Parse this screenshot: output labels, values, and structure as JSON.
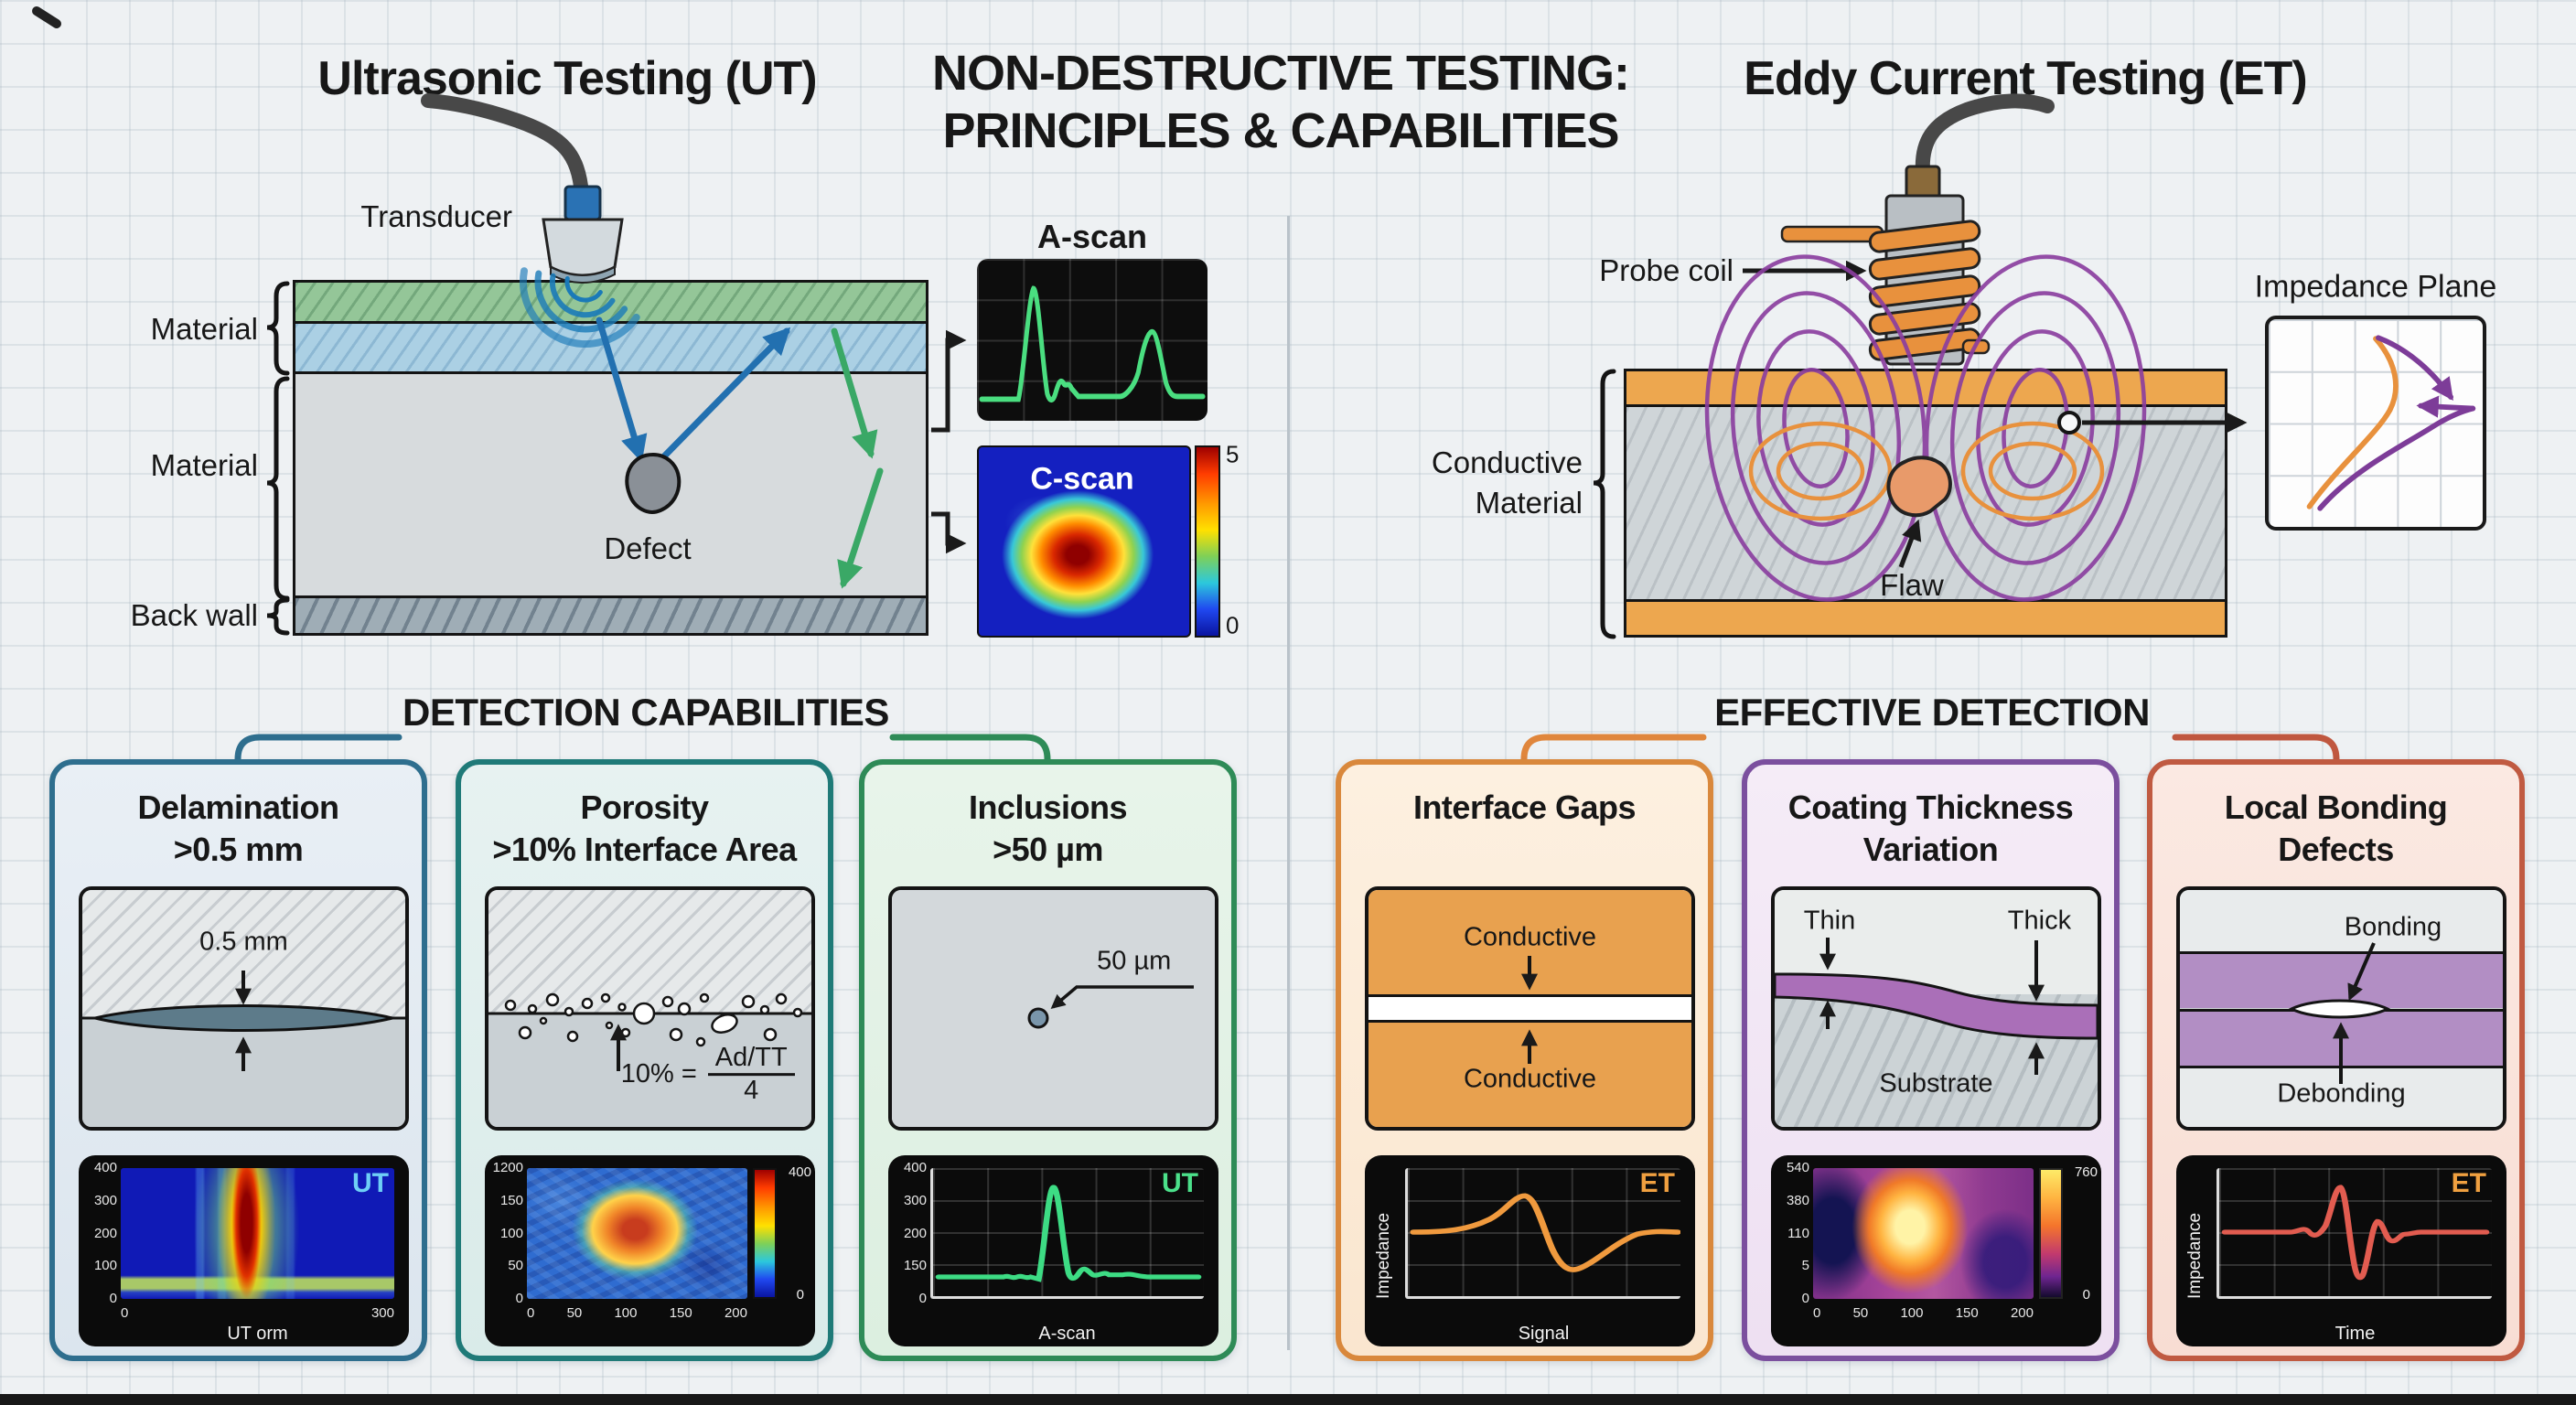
{
  "header": {
    "title_line1": "NON-DESTRUCTIVE TESTING:",
    "title_line2": "PRINCIPLES & CAPABILITIES"
  },
  "ut": {
    "title": "Ultrasonic Testing (UT)",
    "transducer": "Transducer",
    "material_top": "Material",
    "material_main": "Material",
    "back_wall": "Back wall",
    "defect": "Defect",
    "ascan_title": "A-scan",
    "cscan_title": "C-scan",
    "cscan_colorbar_max": "5",
    "cscan_colorbar_min": "0",
    "section_header": "DETECTION CAPABILITIES"
  },
  "et": {
    "title": "Eddy Current Testing (ET)",
    "probe_coil": "Probe coil",
    "conductive_line1": "Conductive",
    "conductive_line2": "Material",
    "flaw": "Flaw",
    "impedance_plane": "Impedance Plane",
    "section_header": "EFFECTIVE DETECTION"
  },
  "colors": {
    "ut_accent": "#2270b0",
    "ut_wave": "#1a7ab8",
    "ut_echo_green": "#3aa866",
    "ascan_trace": "#3ddc84",
    "et_accent": "#e8913d",
    "et_field_purple": "#8b3fa0",
    "et_trace": "#f09a3e",
    "bond_trace": "#e25c50",
    "card_borders": [
      "#2e6e8e",
      "#1f7a78",
      "#2e8b57",
      "#d9883c",
      "#7b4f9e",
      "#c05a41"
    ]
  },
  "cards": [
    {
      "title_line1": "Delamination",
      "title_line2": ">0.5 mm",
      "annotation": "0.5 mm",
      "plot": {
        "badge": "UT",
        "yticks": [
          "400",
          "300",
          "200",
          "100",
          "0"
        ],
        "xtick_min": "0",
        "xtick_max": "300",
        "xlabel": "UT orm"
      }
    },
    {
      "title_line1": "Porosity",
      "title_line2": ">10% Interface Area",
      "formula_lhs": "10% =",
      "formula_num": "Ad/TT",
      "formula_den": "4",
      "plot": {
        "yticks": [
          "1200",
          "150",
          "100",
          "50",
          "0"
        ],
        "xticks": [
          "0",
          "50",
          "100",
          "150",
          "200"
        ],
        "colorbar_max": "400",
        "colorbar_min": "0"
      }
    },
    {
      "title_line1": "Inclusions",
      "title_line2": ">50 µm",
      "annotation": "50 µm",
      "plot": {
        "badge": "UT",
        "yticks": [
          "400",
          "300",
          "200",
          "150",
          "0"
        ],
        "xlabel": "A-scan"
      }
    },
    {
      "title_line1": "Interface Gaps",
      "title_line2": "",
      "layer_top": "Conductive",
      "layer_bottom": "Conductive",
      "plot": {
        "badge": "ET",
        "ylabel": "Impedance",
        "xlabel": "Signal"
      }
    },
    {
      "title_line1": "Coating Thickness",
      "title_line2": "Variation",
      "thin": "Thin",
      "thick": "Thick",
      "substrate": "Substrate",
      "plot": {
        "yticks": [
          "540",
          "380",
          "110",
          "5",
          "0"
        ],
        "xticks": [
          "0",
          "50",
          "100",
          "150",
          "200"
        ],
        "colorbar_max": "760",
        "colorbar_min": "0"
      }
    },
    {
      "title_line1": "Local Bonding",
      "title_line2": "Defects",
      "bonding": "Bonding",
      "debonding": "Debonding",
      "plot": {
        "badge": "ET",
        "ylabel": "Impedance",
        "xlabel": "Time"
      }
    }
  ],
  "chart_data": [
    {
      "name": "ut-ascan-main",
      "type": "line",
      "title": "A-scan",
      "series": [
        {
          "name": "echo amplitude",
          "x_norm": [
            0,
            0.2,
            0.25,
            0.3,
            0.36,
            0.42,
            0.6,
            0.72,
            0.76,
            0.82,
            1.0
          ],
          "y_norm": [
            0.05,
            0.05,
            0.95,
            0.1,
            0.12,
            0.05,
            0.05,
            0.2,
            0.55,
            0.05,
            0.05
          ]
        }
      ],
      "notes": "large front echo, small defect echoes, back-wall echo; grid on; no tick labels"
    },
    {
      "name": "ut-cscan",
      "type": "heatmap",
      "title": "C-scan",
      "colorbar_range": [
        0,
        5
      ],
      "notes": "blue field with red/yellow defect blob near center"
    },
    {
      "name": "delamination-bscan",
      "type": "heatmap",
      "yticks": [
        400,
        300,
        200,
        100,
        0
      ],
      "xticks": [
        0,
        300
      ],
      "xlabel": "UT orm",
      "notes": "blue B-scan with vertical red/yellow indication near 45% width; UT badge"
    },
    {
      "name": "porosity-cscan",
      "type": "heatmap",
      "yticks": [
        1200,
        150,
        100,
        50,
        0
      ],
      "xticks": [
        0,
        50,
        100,
        150,
        200
      ],
      "colorbar_range": [
        0,
        400
      ],
      "notes": "noisy blue field with central orange porosity cluster"
    },
    {
      "name": "inclusions-ascan",
      "type": "line",
      "yticks": [
        400,
        300,
        200,
        150,
        0
      ],
      "xlabel": "A-scan",
      "series": [
        {
          "name": "amplitude",
          "x_norm": [
            0,
            0.4,
            0.45,
            0.5,
            0.55,
            1.0
          ],
          "y_norm": [
            0.05,
            0.05,
            0.92,
            0.1,
            0.08,
            0.05
          ]
        }
      ],
      "notes": "single sharp peak; UT badge"
    },
    {
      "name": "interface-gaps-signal",
      "type": "line",
      "ylabel": "Impedance",
      "xlabel": "Signal",
      "series": [
        {
          "name": "impedance",
          "x_norm": [
            0,
            0.3,
            0.43,
            0.55,
            0.63,
            0.85,
            1.0
          ],
          "y_norm": [
            0.5,
            0.55,
            0.85,
            0.5,
            0.15,
            0.45,
            0.5
          ]
        }
      ],
      "notes": "orange S-shaped deflection; ET badge"
    },
    {
      "name": "coating-thickness-map",
      "type": "heatmap",
      "yticks": [
        540,
        380,
        110,
        5,
        0
      ],
      "xticks": [
        0,
        50,
        100,
        150,
        200
      ],
      "colorbar_range": [
        0,
        760
      ],
      "notes": "inferno-style map: dark blob left, bright yellow blob center"
    },
    {
      "name": "bonding-impedance-time",
      "type": "line",
      "ylabel": "Impedance",
      "xlabel": "Time",
      "series": [
        {
          "name": "impedance",
          "x_norm": [
            0,
            0.38,
            0.44,
            0.5,
            0.56,
            0.62,
            0.7,
            1.0
          ],
          "y_norm": [
            0.5,
            0.5,
            0.88,
            0.12,
            0.62,
            0.45,
            0.5,
            0.5
          ]
        }
      ],
      "notes": "red wavelet burst at center; ET badge"
    },
    {
      "name": "impedance-plane",
      "type": "line",
      "title": "Impedance Plane",
      "notes": "orange and purple impedance-plane loci rising to an apex with purple arrow pointing left"
    }
  ]
}
